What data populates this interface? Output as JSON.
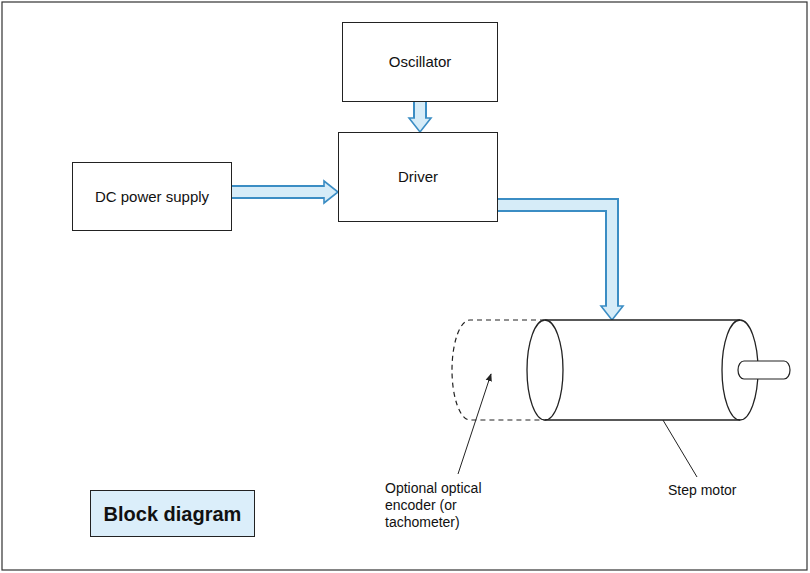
{
  "diagram": {
    "nodes": [
      {
        "text": [
          "Oscillator"
        ]
      },
      {
        "text": [
          "DC power supply"
        ]
      },
      {
        "text": [
          "Driver"
        ]
      },
      {
        "text": [
          "Optional optical encoder (or tachometer)"
        ]
      },
      {
        "text": [
          "Step motor"
        ]
      },
      {
        "text": [
          "Block diagram"
        ]
      }
    ],
    "edges": [
      {
        "from": 0,
        "to": 2,
        "arrow": "to"
      },
      {
        "from": 1,
        "to": 2,
        "arrow": "to"
      },
      {
        "from": 2,
        "to": 4,
        "arrow": "to"
      }
    ]
  }
}
